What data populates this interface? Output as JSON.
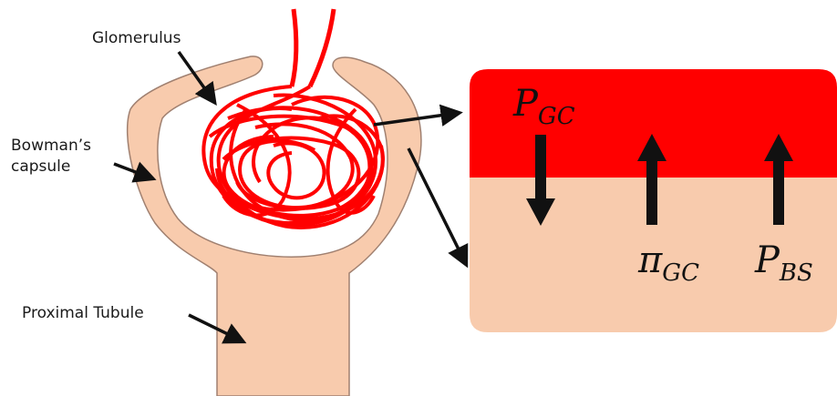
{
  "labels": {
    "glomerulus": "Glomerulus",
    "bowmans_capsule_line1": "Bowman’s",
    "bowmans_capsule_line2": "capsule",
    "proximal_tubule": "Proximal Tubule"
  },
  "forces": {
    "p_gc": {
      "symbol": "P",
      "subscript": "GC"
    },
    "pi_gc": {
      "symbol": "π",
      "subscript": "GC"
    },
    "p_bs": {
      "symbol": "P",
      "subscript": "BS"
    }
  },
  "colors": {
    "capillary_red": "#ff0000",
    "tissue_peach": "#f8cbad",
    "outline": "#a08070",
    "arrow": "#111111"
  }
}
